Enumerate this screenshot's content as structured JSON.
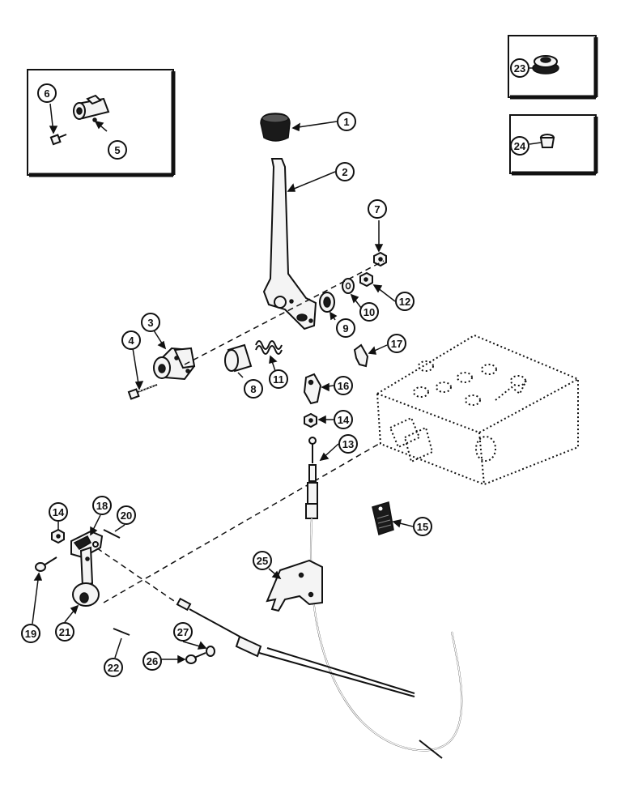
{
  "callouts": [
    {
      "id": "c1",
      "text": "1"
    },
    {
      "id": "c2",
      "text": "2"
    },
    {
      "id": "c3",
      "text": "3"
    },
    {
      "id": "c4",
      "text": "4"
    },
    {
      "id": "c5",
      "text": "5"
    },
    {
      "id": "c6",
      "text": "6"
    },
    {
      "id": "c7",
      "text": "7"
    },
    {
      "id": "c8",
      "text": "8"
    },
    {
      "id": "c9",
      "text": "9"
    },
    {
      "id": "c10",
      "text": "10"
    },
    {
      "id": "c11",
      "text": "11"
    },
    {
      "id": "c12",
      "text": "12"
    },
    {
      "id": "c13",
      "text": "13"
    },
    {
      "id": "c14a",
      "text": "14"
    },
    {
      "id": "c14b",
      "text": "14"
    },
    {
      "id": "c15",
      "text": "15"
    },
    {
      "id": "c16",
      "text": "16"
    },
    {
      "id": "c17",
      "text": "17"
    },
    {
      "id": "c18",
      "text": "18"
    },
    {
      "id": "c19",
      "text": "19"
    },
    {
      "id": "c20",
      "text": "20"
    },
    {
      "id": "c21",
      "text": "21"
    },
    {
      "id": "c22",
      "text": "22"
    },
    {
      "id": "c23",
      "text": "23"
    },
    {
      "id": "c24",
      "text": "24"
    },
    {
      "id": "c25",
      "text": "25"
    },
    {
      "id": "c26",
      "text": "26"
    },
    {
      "id": "c27",
      "text": "27"
    }
  ]
}
